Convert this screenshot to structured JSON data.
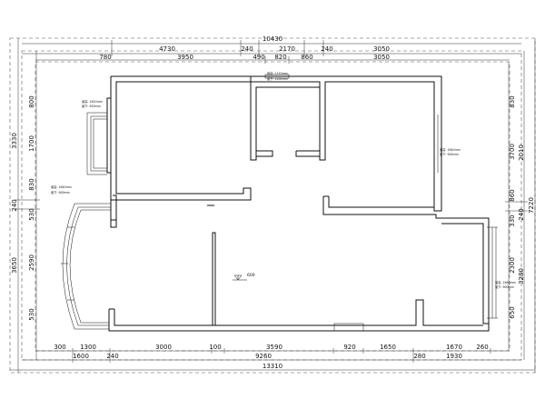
{
  "dimensions": {
    "top_overall": "10430",
    "top_row1": [
      "4730",
      "240",
      "2170",
      "240",
      "3050"
    ],
    "top_row2": [
      "780",
      "3950",
      "490",
      "820",
      "860",
      "3050"
    ],
    "bottom_row1": [
      "300",
      "1300",
      "3000",
      "100",
      "3590",
      "920",
      "1650",
      "1670",
      "260"
    ],
    "bottom_row2": [
      "1600",
      "240",
      "9260",
      "280",
      "1930"
    ],
    "bottom_overall": "13310",
    "left_outer": [
      "3330",
      "240",
      "3650"
    ],
    "left_inner": [
      "800",
      "1700",
      "830",
      "530",
      "2590",
      "530"
    ],
    "right_inner": [
      "830",
      "3700",
      "860",
      "330",
      "2300",
      "650"
    ],
    "right_mid": [
      "2010",
      "240",
      "3280"
    ],
    "right_outer": "7220"
  },
  "annotations": {
    "window_top_center": [
      "窗高: 1170mm",
      "窗下: 1100mm"
    ],
    "window_left_bay": [
      "窗高: 1620mm",
      "窗下: 920mm"
    ],
    "window_right_bedroom": [
      "窗高: 1640mm",
      "窗下: 900mm"
    ],
    "window_left_arc": [
      "窗高: 1640mm",
      "窗下: 900mm"
    ],
    "window_right_bottom": [
      "窗高: 1640mm",
      "窗下: 900mm"
    ],
    "level_mark": "600"
  }
}
